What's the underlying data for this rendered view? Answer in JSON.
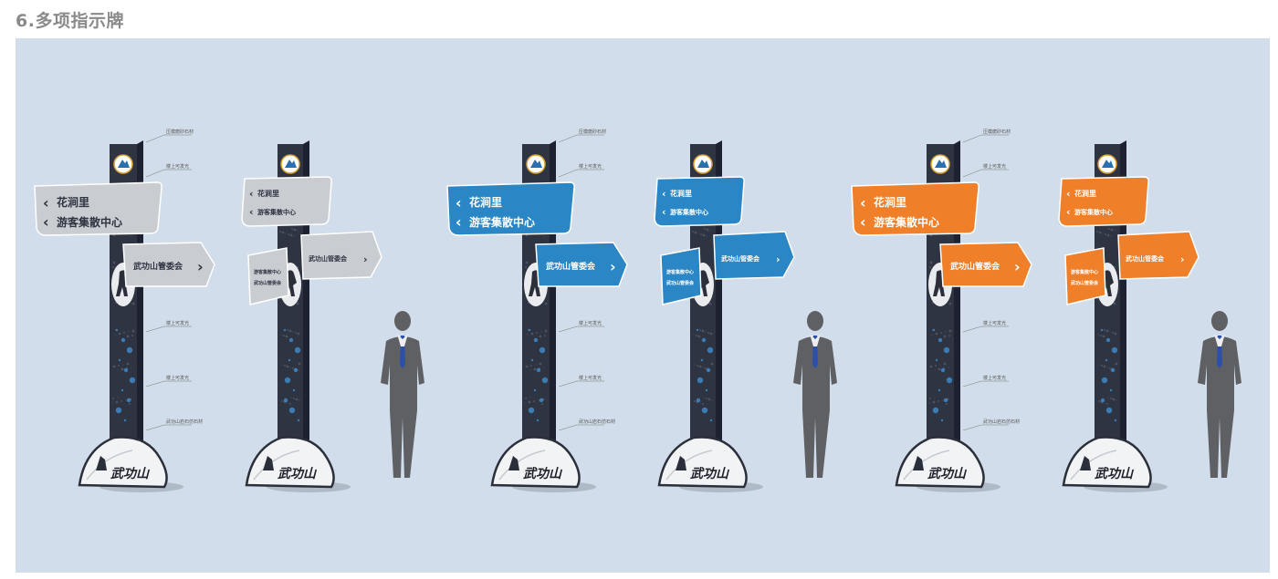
{
  "page": {
    "title": "6.多项指示牌"
  },
  "themes": [
    {
      "name": "silver",
      "color": "#c9ccd1",
      "accent": "#e8eaee",
      "text": "#2e3340"
    },
    {
      "name": "blue",
      "color": "#2a86c4",
      "accent": "#4aa3dc",
      "text": "#ffffff"
    },
    {
      "name": "orange",
      "color": "#f07f2a",
      "accent": "#f79a50",
      "text": "#ffffff"
    }
  ],
  "sign": {
    "top_line1": "花涧里",
    "top_line2": "游客集散中心",
    "mid_label": "武功山管委会",
    "small_line1": "花涧里",
    "small_line2": "游客集散中心",
    "small_mid": "武功山管委会",
    "side_line1": "游客集散中心",
    "side_line2": "武功山管委会",
    "base_text": "武功山"
  },
  "annotations": {
    "top": "压模磨砂石材",
    "sign": "楼上可发光",
    "body1": "楼上可发光",
    "body2": "楼上可发光",
    "base": "武功山岩石仿石材"
  },
  "icons": {
    "logo": "mountain-emblem-icon",
    "climber": "climber-silhouette-icon",
    "person": "businessman-silhouette-icon",
    "arrow_left": "chevron-left-icon",
    "arrow_right": "chevron-right-icon"
  }
}
